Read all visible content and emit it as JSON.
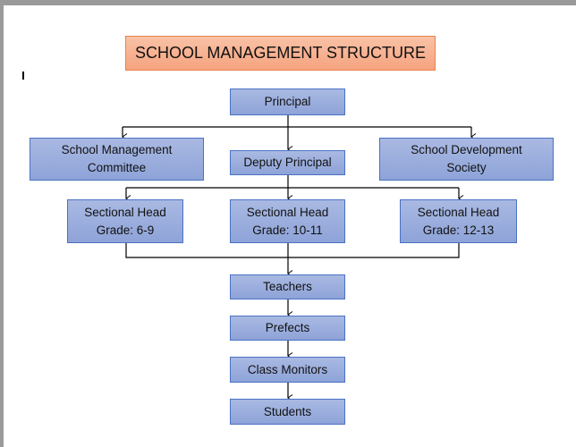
{
  "title": "SCHOOL MANAGEMENT STRUCTURE",
  "nodes": {
    "principal": "Principal",
    "smc_line1": "School Management",
    "smc_line2": "Committee",
    "deputy": "Deputy Principal",
    "sds_line1": "School Development",
    "sds_line2": "Society",
    "sh1_line1": "Sectional Head",
    "sh1_line2": "Grade: 6-9",
    "sh2_line1": "Sectional Head",
    "sh2_line2": "Grade: 10-11",
    "sh3_line1": "Sectional Head",
    "sh3_line2": "Grade: 12-13",
    "teachers": "Teachers",
    "prefects": "Prefects",
    "monitors": "Class Monitors",
    "students": "Students"
  },
  "colors": {
    "box": "#8ea3d8",
    "box_border": "#4a72c4",
    "title": "#f5a37f"
  }
}
